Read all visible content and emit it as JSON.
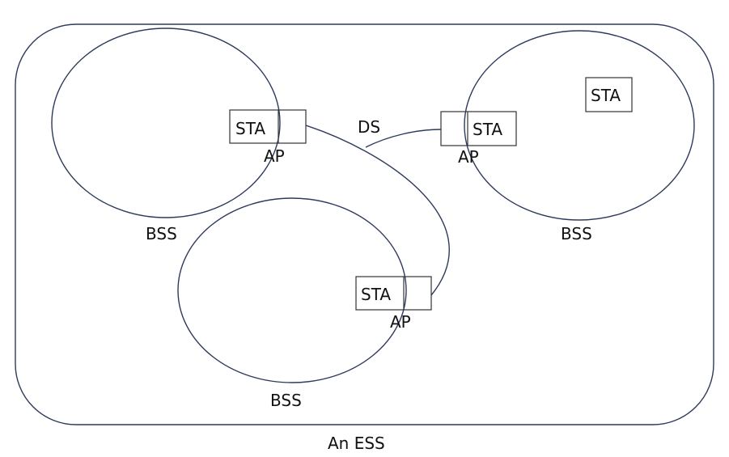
{
  "ess": {
    "label": "An ESS"
  },
  "ds": {
    "label": "DS"
  },
  "bss": [
    {
      "label": "BSS",
      "ap_label": "AP",
      "sta_label": "STA"
    },
    {
      "label": "BSS",
      "ap_label": "AP",
      "sta_label": "STA",
      "extra_sta_label": "STA"
    },
    {
      "label": "BSS",
      "ap_label": "AP",
      "sta_label": "STA"
    }
  ],
  "colors": {
    "outline": "#2e3a5c",
    "box_stroke": "#333333",
    "text": "#111111"
  }
}
